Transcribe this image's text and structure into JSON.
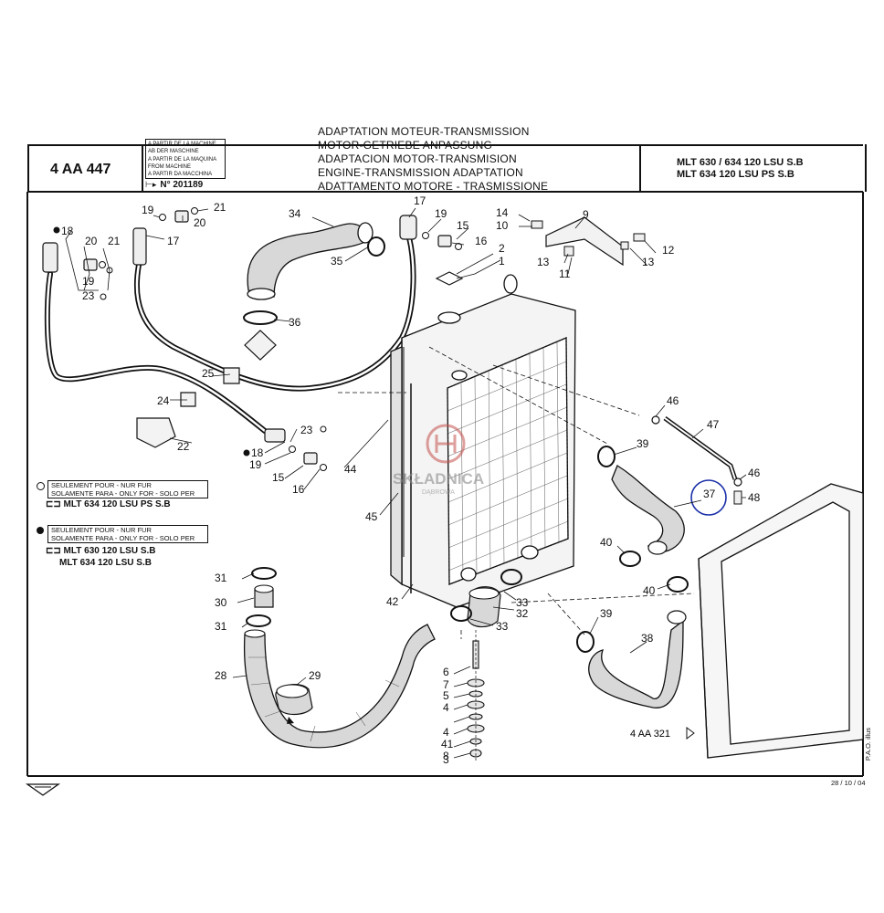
{
  "header": {
    "ref_number": "4 AA 447",
    "from_machine_lines": [
      "A PARTIR DE LA MACHINE",
      "AB DER MASCHINE",
      "A PARTIR DE LA MAQUINA",
      "FROM MACHINE",
      "A PARTIR DA MACCHINA"
    ],
    "serial_prefix": "N°",
    "serial_number": "201189",
    "titles": [
      "ADAPTATION MOTEUR-TRANSMISSION",
      "MOTOR-GETRIEBE ANPASSUNG",
      "ADAPTACION MOTOR-TRANSMISION",
      "ENGINE-TRANSMISSION ADAPTATION",
      "ADATTAMENTO MOTORE - TRASMISSIONE"
    ],
    "models": [
      "MLT 630 / 634 120 LSU S.B",
      "MLT 634 120 LSU PS S.B"
    ]
  },
  "notes": {
    "note1": {
      "lines": [
        "SEULEMENT POUR - NUR FUR",
        "SOLAMENTE PARA - ONLY FOR - SOLO PER"
      ],
      "models": [
        "MLT 634 120 LSU PS S.B"
      ]
    },
    "note2": {
      "lines": [
        "SEULEMENT POUR - NUR FUR",
        "SOLAMENTE PARA - ONLY FOR - SOLO PER"
      ],
      "models": [
        "MLT 630 120 LSU S.B",
        "MLT 634 120 LSU S.B"
      ]
    }
  },
  "watermark": {
    "brand": "SKŁADNICA",
    "city": "DĄBROWA"
  },
  "cross_reference": "4 AA 321",
  "footer": {
    "date": "28 / 10 / 04",
    "illus": "P.A.O. illus"
  },
  "callouts": {
    "c1": "1",
    "c2": "2",
    "c3": "3",
    "c4": "4",
    "c4b": "4",
    "c5": "5",
    "c6": "6",
    "c7": "7",
    "c8": "8",
    "c9": "9",
    "c10": "10",
    "c11": "11",
    "c12": "12",
    "c13": "13",
    "c13b": "13",
    "c14": "14",
    "c15": "15",
    "c15b": "15",
    "c16": "16",
    "c16b": "16",
    "c17": "17",
    "c17b": "17",
    "c18": "18",
    "c18b": "18",
    "c19": "19",
    "c19b": "19",
    "c19c": "19",
    "c19d": "19",
    "c20": "20",
    "c20b": "20",
    "c21": "21",
    "c21b": "21",
    "c22": "22",
    "c23": "23",
    "c23b": "23",
    "c24": "24",
    "c25": "25",
    "c28": "28",
    "c29": "29",
    "c30": "30",
    "c31": "31",
    "c31b": "31",
    "c32": "32",
    "c33": "33",
    "c33b": "33",
    "c34": "34",
    "c35": "35",
    "c36": "36",
    "c37": "37",
    "c38": "38",
    "c39": "39",
    "c39b": "39",
    "c40": "40",
    "c40b": "40",
    "c41": "41",
    "c42": "42",
    "c44": "44",
    "c45": "45",
    "c46": "46",
    "c46b": "46",
    "c47": "47",
    "c48": "48"
  },
  "colors": {
    "line": "#111111",
    "hose_fill": "#d8d8d8",
    "highlight_circle": "#1a2fa8",
    "watermark": "#c4524e"
  }
}
